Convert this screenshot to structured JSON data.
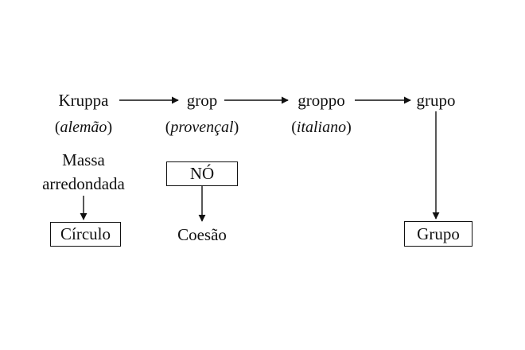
{
  "etymology": {
    "words": [
      "Kruppa",
      "grop",
      "groppo",
      "grupo"
    ],
    "languages": [
      "alemão",
      "provençal",
      "italiano"
    ]
  },
  "branches": {
    "kruppa_meaning": [
      "Massa",
      "arredondada"
    ],
    "kruppa_box": "Círculo",
    "grop_box": "NÓ",
    "grop_result": "Coesão",
    "grupo_box": "Grupo"
  },
  "colors": {
    "ink": "#111111",
    "background": "#ffffff"
  }
}
